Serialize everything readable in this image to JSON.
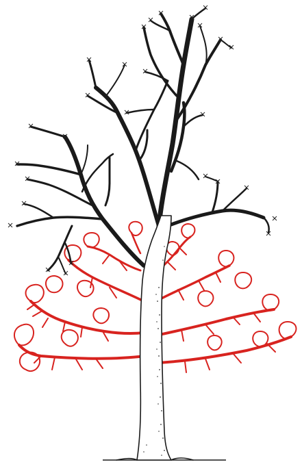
{
  "illustration": {
    "kind": "pruning-diagram",
    "colors": {
      "outline": "#1a1a1a",
      "background": "#ffffff",
      "regrowth": "#d8231f"
    },
    "icons": [
      "tree-trunk",
      "bare-branches",
      "cut-marks",
      "red-regrowth-canopy",
      "ground-line"
    ]
  }
}
